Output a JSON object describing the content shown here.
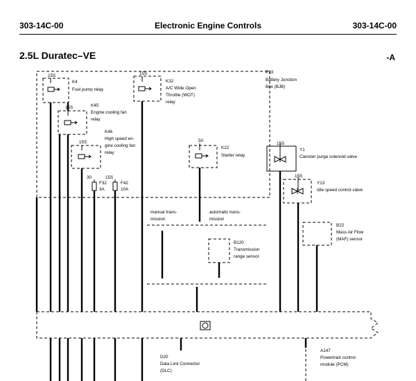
{
  "header": {
    "code_left": "303-14C-00",
    "title": "Electronic Engine Controls",
    "code_right": "303-14C-00"
  },
  "section": {
    "title": "2.5L Duratec–VE",
    "tag": "-A"
  },
  "bjb": {
    "id": "P93",
    "name_line1": "Battery Junction",
    "name_line2": "Box (BJB)"
  },
  "relays": {
    "k4": {
      "terminal": "15S",
      "id": "K4",
      "line1": "Fuel pump relay"
    },
    "k32": {
      "terminal": "15S",
      "id": "K32",
      "line1": "A/C Wide Open",
      "line2": "Throttle (WOT)",
      "line3": "relay"
    },
    "k45": {
      "terminal": "15S",
      "id": "K45",
      "line1": "Engine cooling fan",
      "line2": "relay"
    },
    "k46": {
      "terminal": "15S",
      "id": "K46",
      "line1": "High speed en-",
      "line2": "gine cooling fan",
      "line3": "relay"
    },
    "k22": {
      "terminal": "50",
      "id": "K22",
      "line1": "Starter relay"
    }
  },
  "fuses": {
    "f32": {
      "terminal": "30",
      "id": "F32",
      "rating": "3A"
    },
    "f42": {
      "terminal": "15S",
      "id": "F42",
      "rating": "10A"
    }
  },
  "valves": {
    "y1": {
      "terminal": "15S",
      "id": "Y1",
      "name": "Canister purge solenoid valve"
    },
    "y13": {
      "terminal": "15S",
      "id": "Y13",
      "name": "Idle speed control valve"
    }
  },
  "transmission": {
    "manual_line1": "manual trans-",
    "manual_line2": "mission",
    "auto_line1": "automatic trans-",
    "auto_line2": "mission",
    "b120_id": "B120",
    "b120_line1": "Transmission",
    "b120_line2": "range sensor"
  },
  "maf": {
    "id": "B22",
    "line1": "Mass Air Flow",
    "line2": "(MAF) sensor"
  },
  "dlc": {
    "id": "D20",
    "line1": "Data Link Connector",
    "line2": "(DLC)"
  },
  "pcm": {
    "id": "A147",
    "line1": "Powertrain control",
    "line2": "module (PCM)"
  },
  "colors": {
    "ink": "#000000",
    "paper": "#ffffff"
  }
}
